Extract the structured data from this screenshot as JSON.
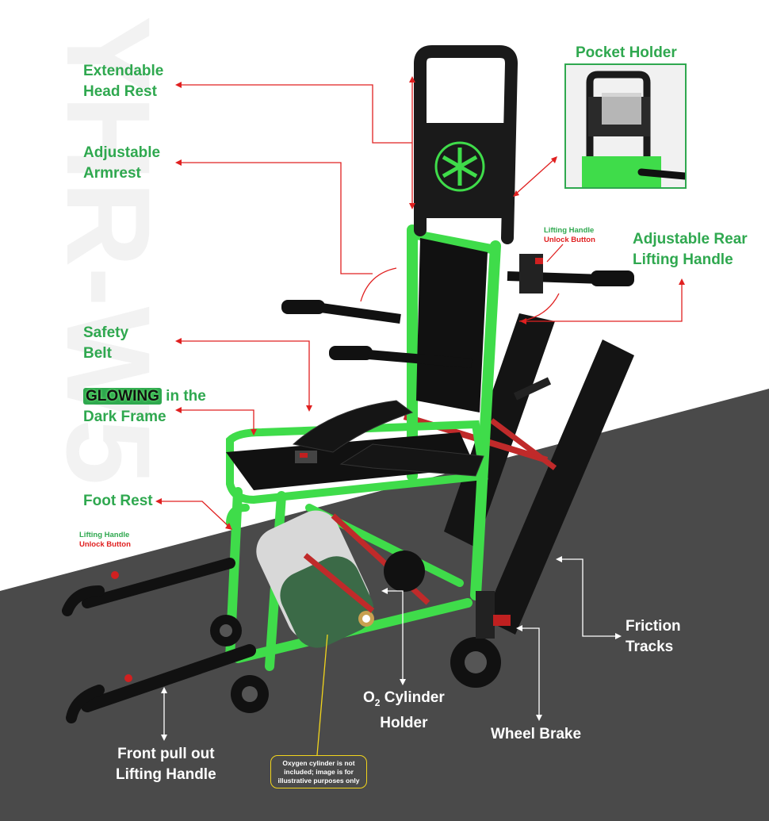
{
  "watermark": "YHR-W5",
  "labels": {
    "extendable_head_rest": [
      "Extendable",
      "Head Rest"
    ],
    "adjustable_armrest": [
      "Adjustable",
      "Armrest"
    ],
    "safety_belt": [
      "Safety",
      "Belt"
    ],
    "glowing_word": "GLOWING",
    "glowing_rest": " in the",
    "dark_frame": "Dark Frame",
    "foot_rest": "Foot Rest",
    "lifting_handle_unlock_left": [
      "Lifting Handle",
      "Unlock Button"
    ],
    "pocket_holder": "Pocket Holder",
    "lifting_handle_unlock_right": [
      "Lifting Handle",
      "Unlock Button"
    ],
    "adjustable_rear_lifting_handle": [
      "Adjustable Rear",
      "Lifting Handle"
    ],
    "friction_tracks": [
      "Friction",
      "Tracks"
    ],
    "o2_cylinder_prefix": "O",
    "o2_cylinder_sub": "2",
    "o2_cylinder_rest": " Cylinder",
    "o2_cylinder_line2": "Holder",
    "wheel_brake": "Wheel Brake",
    "front_pull_out": [
      "Front pull out",
      "Lifting Handle"
    ],
    "oxygen_note": "Oxygen cylinder is not included; image is for illustrative purposes only"
  },
  "colors": {
    "label_green": "#2fa84f",
    "frame_green": "#3fdc4a",
    "arrow_red": "#e02020",
    "floor_gray": "#4a4a4a",
    "note_border": "#f2d51c"
  }
}
